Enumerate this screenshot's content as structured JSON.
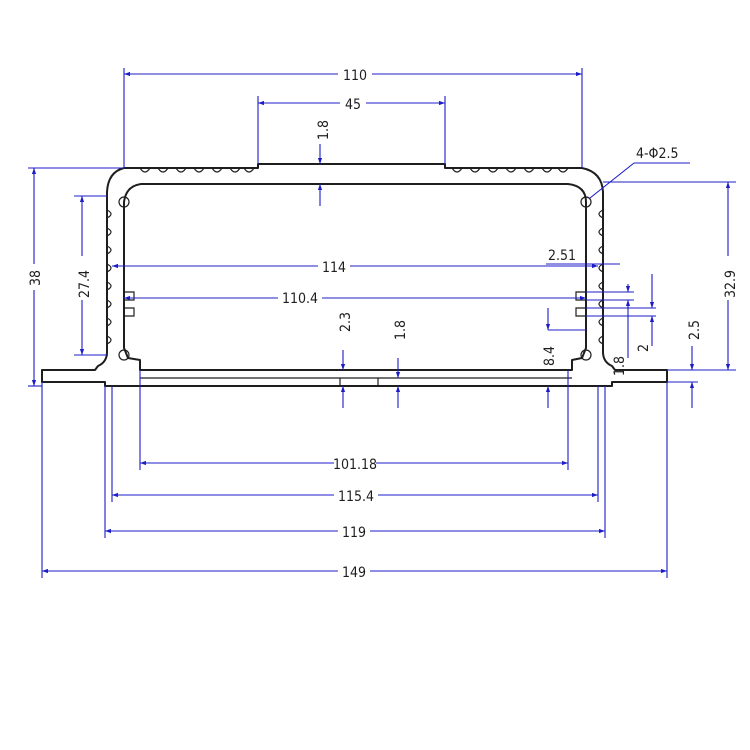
{
  "colors": {
    "dimension_line": "#1c1cc8",
    "outline": "#1e1e1e",
    "background": "#ffffff"
  },
  "dimensions": {
    "d110": "110",
    "d45": "45",
    "d1_8_top": "1.8",
    "d4_phi2_5": "4-Φ2.5",
    "d38": "38",
    "d27_4": "27.4",
    "d32_9": "32.9",
    "d114": "114",
    "d2_51": "2.51",
    "d110_4": "110.4",
    "d2_3": "2.3",
    "d1_8_mid": "1.8",
    "d8_4": "8.4",
    "d1_8_right": "1.8",
    "d2": "2",
    "d2_5": "2.5",
    "d101_18": "101.18",
    "d115_4": "115.4",
    "d119": "119",
    "d149": "149"
  }
}
